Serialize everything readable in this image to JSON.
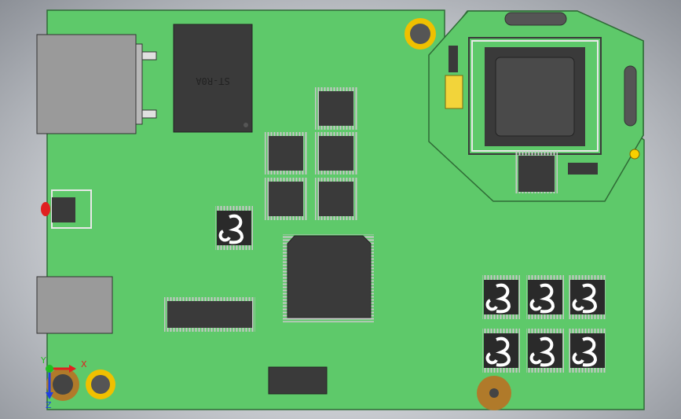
{
  "viewport": {
    "title": "",
    "background": "#c9ccd1"
  },
  "board": {
    "color": "#5ec96a",
    "edge_color": "#2f6b36",
    "chip_marking": "ST-R0A",
    "chip_marking_rotation_deg": 180
  },
  "colors": {
    "chip_body": "#3a3a3a",
    "chip_pin": "#c8c8c8",
    "connector_metal": "#9a9a9a",
    "hole_ring": "#f0c000",
    "hole_bronze": "#b07a2a",
    "led_red": "#e02020",
    "crystal_yellow": "#f2d43a",
    "fiducial": "#f7d000"
  },
  "axis_triad": {
    "x_label": "X",
    "y_label": "Y",
    "z_label": "Z",
    "x_color": "#e02020",
    "y_color": "#20c020",
    "z_color": "#2040e0"
  },
  "logo_chips": {
    "count": 7,
    "glyph": "logo-mark"
  }
}
